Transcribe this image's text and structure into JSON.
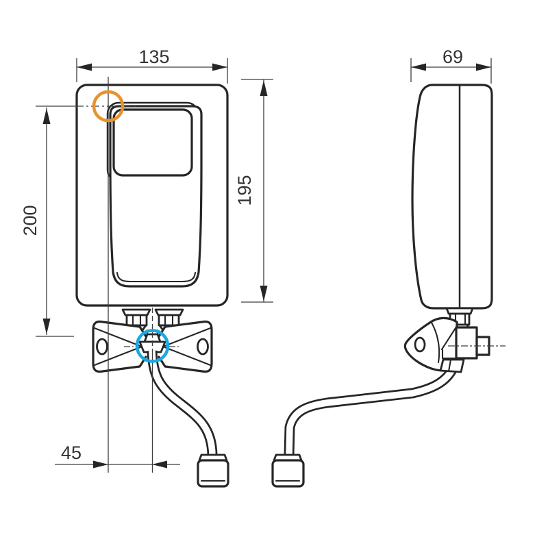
{
  "drawing": {
    "dimensions": {
      "front_width": "135",
      "side_depth": "69",
      "body_height": "195",
      "mount_height": "200",
      "spout_offset": "45"
    },
    "colors": {
      "line": "#262626",
      "dimension_line": "#3d3d3d",
      "inlet_highlight": "#E8922E",
      "spout_highlight": "#1AA8E0",
      "background": "#FFFFFF"
    }
  }
}
